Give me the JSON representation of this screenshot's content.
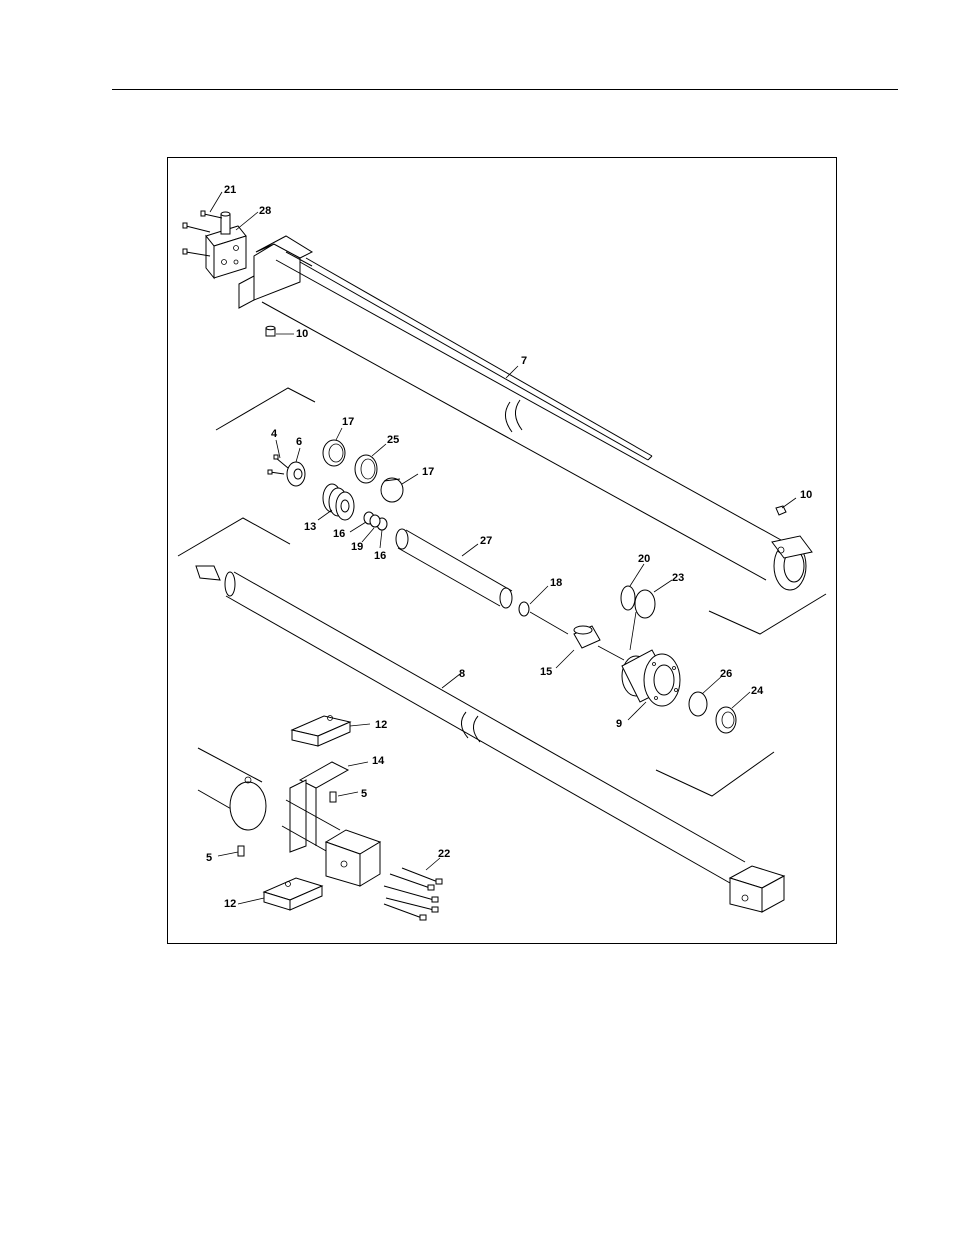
{
  "figure": {
    "callouts": [
      {
        "id": "c21",
        "label": "21"
      },
      {
        "id": "c28",
        "label": "28"
      },
      {
        "id": "c10a",
        "label": "10"
      },
      {
        "id": "c7",
        "label": "7"
      },
      {
        "id": "c4",
        "label": "4"
      },
      {
        "id": "c6",
        "label": "6"
      },
      {
        "id": "c17a",
        "label": "17"
      },
      {
        "id": "c25",
        "label": "25"
      },
      {
        "id": "c17b",
        "label": "17"
      },
      {
        "id": "c10b",
        "label": "10"
      },
      {
        "id": "c13",
        "label": "13"
      },
      {
        "id": "c16a",
        "label": "16"
      },
      {
        "id": "c19",
        "label": "19"
      },
      {
        "id": "c16b",
        "label": "16"
      },
      {
        "id": "c27",
        "label": "27"
      },
      {
        "id": "c20",
        "label": "20"
      },
      {
        "id": "c23",
        "label": "23"
      },
      {
        "id": "c18",
        "label": "18"
      },
      {
        "id": "c15",
        "label": "15"
      },
      {
        "id": "c8",
        "label": "8"
      },
      {
        "id": "c26",
        "label": "26"
      },
      {
        "id": "c24",
        "label": "24"
      },
      {
        "id": "c9",
        "label": "9"
      },
      {
        "id": "c12a",
        "label": "12"
      },
      {
        "id": "c14",
        "label": "14"
      },
      {
        "id": "c5a",
        "label": "5"
      },
      {
        "id": "c5b",
        "label": "5"
      },
      {
        "id": "c22",
        "label": "22"
      },
      {
        "id": "c12b",
        "label": "12"
      }
    ]
  },
  "colors": {
    "ink": "#000000",
    "paper": "#ffffff"
  }
}
